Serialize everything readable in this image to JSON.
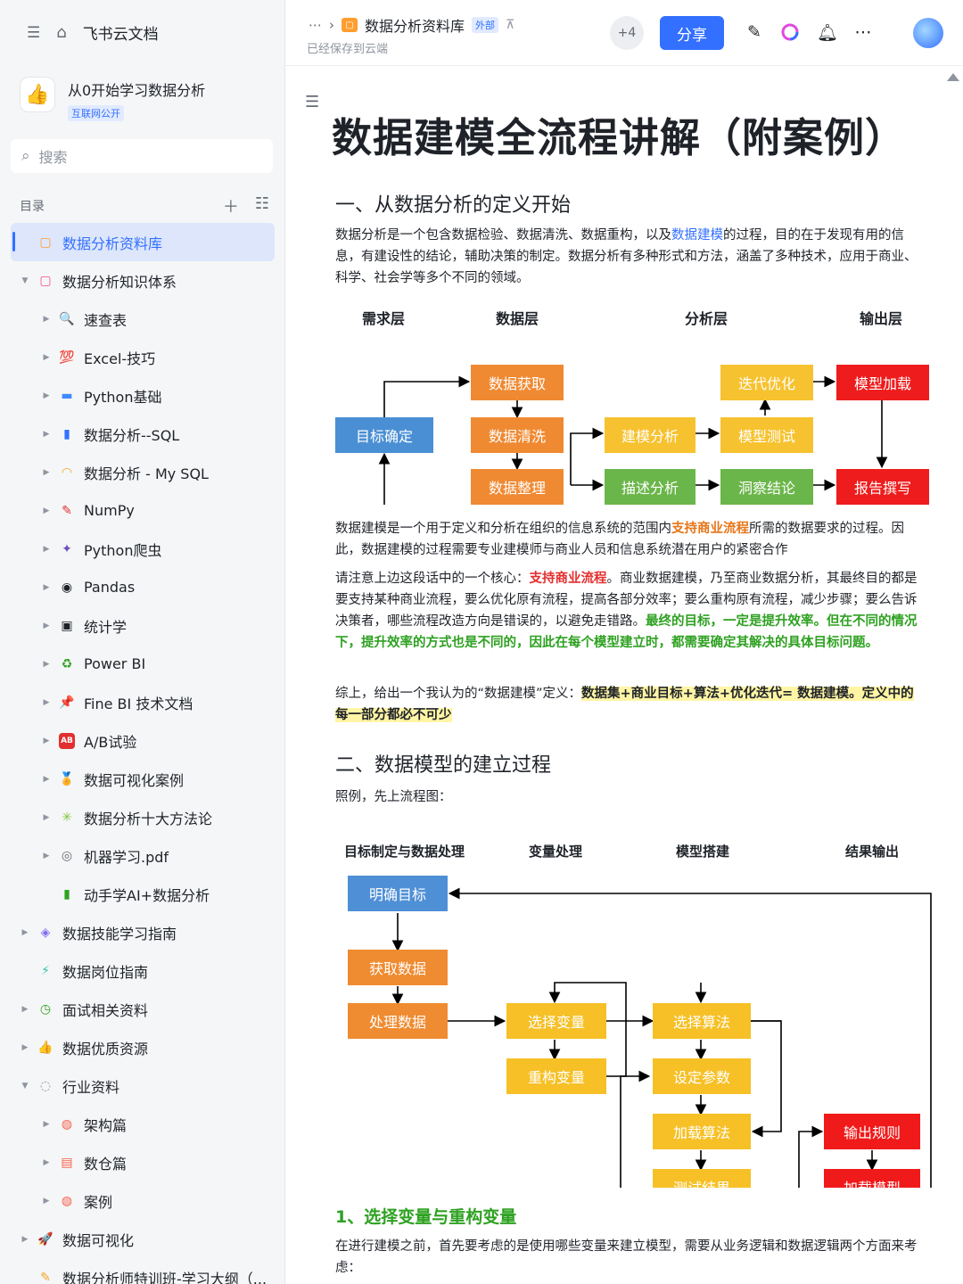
{
  "sidebar": {
    "brand": "飞书云文档",
    "kb_title": "从0开始学习数据分析",
    "kb_badge": "互联网公开",
    "search_placeholder": "搜索",
    "toc_label": "目录",
    "items": [
      {
        "label": "数据分析资料库",
        "level": 0,
        "arrow": "",
        "icon": "▢",
        "icon_color": "#ff9d2e",
        "active": true
      },
      {
        "label": "数据分析知识体系",
        "level": 0,
        "arrow": "▼",
        "icon": "▢",
        "icon_color": "#f54a8e"
      },
      {
        "label": "速查表",
        "level": 1,
        "arrow": "▶",
        "icon": "🔍",
        "icon_color": "#3370ff"
      },
      {
        "label": "Excel-技巧",
        "level": 1,
        "arrow": "▶",
        "icon": "💯",
        "icon_color": "#e22f2f"
      },
      {
        "label": "Python基础",
        "level": 1,
        "arrow": "▶",
        "icon": "▬",
        "icon_color": "#3c8cff"
      },
      {
        "label": "数据分析--SQL",
        "level": 1,
        "arrow": "▶",
        "icon": "▮",
        "icon_color": "#3370ff"
      },
      {
        "label": "数据分析 - My SQL",
        "level": 1,
        "arrow": "▶",
        "icon": "◠",
        "icon_color": "#f5a623"
      },
      {
        "label": "NumPy",
        "level": 1,
        "arrow": "▶",
        "icon": "✎",
        "icon_color": "#e22f2f"
      },
      {
        "label": "Python爬虫",
        "level": 1,
        "arrow": "▶",
        "icon": "✦",
        "icon_color": "#6b4fbb"
      },
      {
        "label": "Pandas",
        "level": 1,
        "arrow": "▶",
        "icon": "◉",
        "icon_color": "#1f2329"
      },
      {
        "label": "统计学",
        "level": 1,
        "arrow": "▶",
        "icon": "▣",
        "icon_color": "#1f2329"
      },
      {
        "label": "Power BI",
        "level": 1,
        "arrow": "▶",
        "icon": "♻",
        "icon_color": "#2ea121"
      },
      {
        "label": "Fine BI 技术文档",
        "level": 1,
        "arrow": "▶",
        "icon": "📌",
        "icon_color": "#e22f2f"
      },
      {
        "label": "A/B试验",
        "level": 1,
        "arrow": "▶",
        "icon": "AB",
        "icon_color": "#e22f2f"
      },
      {
        "label": "数据可视化案例",
        "level": 1,
        "arrow": "▶",
        "icon": "🏅",
        "icon_color": "#f5a623"
      },
      {
        "label": "数据分析十大方法论",
        "level": 1,
        "arrow": "▶",
        "icon": "✳",
        "icon_color": "#7bc639"
      },
      {
        "label": "机器学习.pdf",
        "level": 1,
        "arrow": "▶",
        "icon": "◎",
        "icon_color": "#646a73"
      },
      {
        "label": "动手学AI+数据分析",
        "level": 1,
        "arrow": "",
        "icon": "▮",
        "icon_color": "#2ea121"
      },
      {
        "label": "数据技能学习指南",
        "level": 0,
        "arrow": "▶",
        "icon": "◈",
        "icon_color": "#7f6bf2"
      },
      {
        "label": "数据岗位指南",
        "level": 0,
        "arrow": "",
        "icon": "⚡",
        "icon_color": "#2ec7a8"
      },
      {
        "label": "面试相关资料",
        "level": 0,
        "arrow": "▶",
        "icon": "◷",
        "icon_color": "#2ea121"
      },
      {
        "label": "数据优质资源",
        "level": 0,
        "arrow": "▶",
        "icon": "👍",
        "icon_color": "#f5a623"
      },
      {
        "label": "行业资料",
        "level": 0,
        "arrow": "▼",
        "icon": "◌",
        "icon_color": "#8f959e"
      },
      {
        "label": "架构篇",
        "level": 1,
        "arrow": "▶",
        "icon": "◍",
        "icon_color": "#f5604a"
      },
      {
        "label": "数仓篇",
        "level": 1,
        "arrow": "▶",
        "icon": "▤",
        "icon_color": "#f5604a"
      },
      {
        "label": "案例",
        "level": 1,
        "arrow": "▶",
        "icon": "◍",
        "icon_color": "#f5604a"
      },
      {
        "label": "数据可视化",
        "level": 0,
        "arrow": "▶",
        "icon": "🚀",
        "icon_color": "#e22f2f"
      },
      {
        "label": "数据分析师特训班-学习大纲（...",
        "level": 0,
        "arrow": "",
        "icon": "✎",
        "icon_color": "#f5a623"
      }
    ]
  },
  "header": {
    "breadcrumb_title": "数据分析资料库",
    "external_badge": "外部",
    "saved_status": "已经保存到云端",
    "collaborators": "+4",
    "share_label": "分享"
  },
  "doc": {
    "title": "数据建模全流程讲解（附案例）",
    "h2_1": "一、从数据分析的定义开始",
    "p1_a": "数据分析是一个包含数据检验、数据清洗、数据重构，以及",
    "p1_link": "数据建模",
    "p1_b": "的过程，目的在于发现有用的信息，有建设性的结论，辅助决策的制定。数据分析有多种形式和方法，涵盖了多种技术，应用于商业、科学、社会学等多个不同的领域。",
    "diagram1": {
      "columns": [
        "需求层",
        "数据层",
        "分析层",
        "输出层"
      ],
      "boxes": {
        "goal": "目标确定",
        "acquire": "数据获取",
        "clean": "数据清洗",
        "organize": "数据整理",
        "model_analysis": "建模分析",
        "describe": "描述分析",
        "iterate": "迭代优化",
        "test": "模型测试",
        "insight": "洞察结论",
        "load": "模型加载",
        "report": "报告撰写"
      }
    },
    "p2_a": "数据建模是一个用于定义和分析在组织的信息系统的范围内",
    "p2_hl": "支持商业流程",
    "p2_b": "所需的数据要求的过程。因此，数据建模的过程需要专业建模师与商业人员和信息系统潜在用户的紧密合作",
    "p3_a": "请注意上边这段话中的一个核心：",
    "p3_red": "支持商业流程",
    "p3_b": "。商业数据建模，乃至商业数据分析，其最终目的都是要支持某种商业流程，要么优化原有流程，提高各部分效率；要么重构原有流程，减少步骤；要么告诉决策者，哪些流程改造方向是错误的，以避免走错路。",
    "p3_green": "最终的目标，一定是提升效率。但在不同的情况下，提升效率的方式也是不同的，因此在每个模型建立时，都需要确定其解决的具体目标问题。",
    "p4_a": "综上，给出一个我认为的“数据建模”定义：",
    "p4_hl": "数据集+商业目标+算法+优化迭代= 数据建模。定义中的每一部分都必不可少",
    "h2_2": "二、数据模型的建立过程",
    "p5": "照例，先上流程图：",
    "diagram2": {
      "columns": [
        "目标制定与数据处理",
        "变量处理",
        "模型搭建",
        "结果输出"
      ],
      "boxes": {
        "define_goal": "明确目标",
        "get_data": "获取数据",
        "process": "处理数据",
        "select_var": "选择变量",
        "rebuild_var": "重构变量",
        "select_algo": "选择算法",
        "set_params": "设定参数",
        "load_algo": "加载算法",
        "test_result": "测试结果",
        "output_rules": "输出规则",
        "load_model": "加载模型"
      }
    },
    "h3_1": "1、选择变量与重构变量",
    "p6": "在进行建模之前，首先要考虑的是使用哪些变量来建立模型，需要从业务逻辑和数据逻辑两个方面来考虑："
  },
  "colors": {
    "accent": "#3370ff",
    "blue_box": "#4a8fd4",
    "orange_box": "#f08a32",
    "yellow_box": "#f7c22f",
    "green_box": "#6bb64a",
    "red_box": "#ee1c1c",
    "d2_blue": "#4f8fd6",
    "d2_orange": "#ef8b30",
    "d2_yellow": "#f6c026",
    "d2_red": "#f01a1a"
  }
}
